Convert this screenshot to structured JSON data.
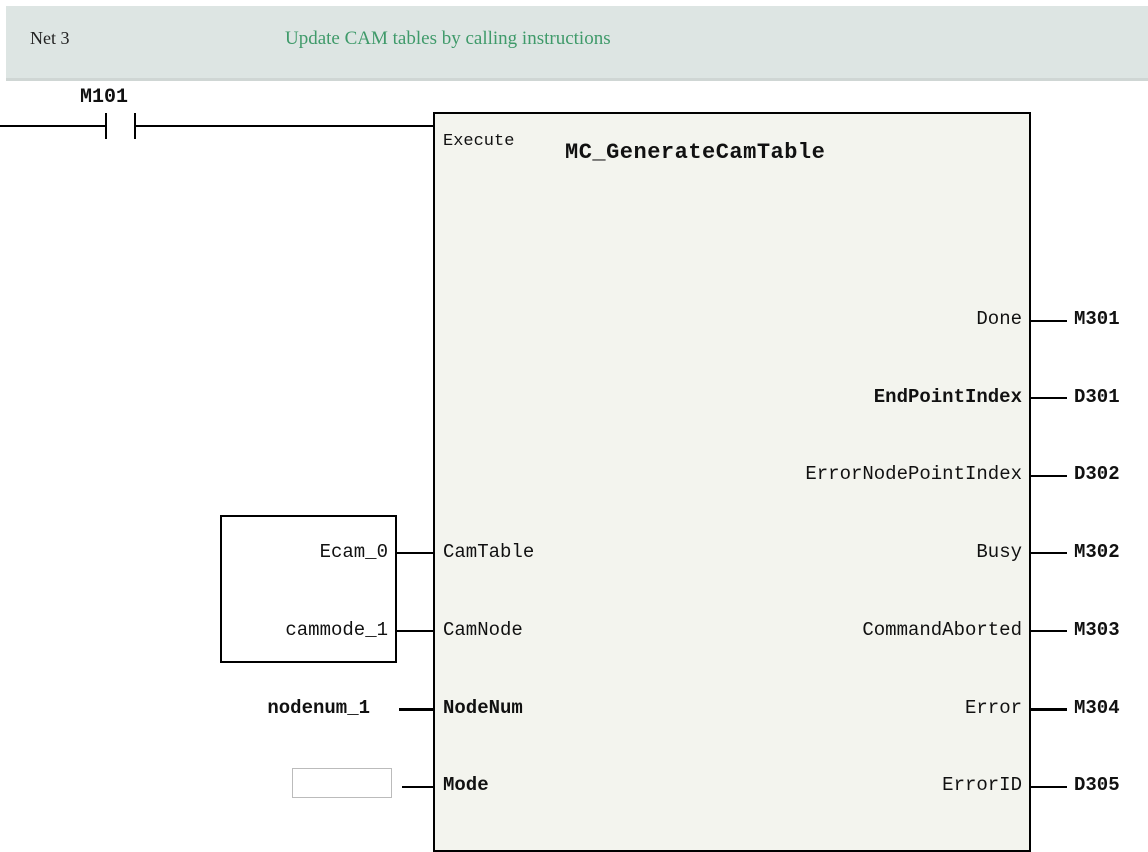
{
  "header": {
    "net_label": "Net 3",
    "comment": "Update CAM tables by calling instructions",
    "comment_color": "#3f9a6a"
  },
  "contact": {
    "label": "M101"
  },
  "function_block": {
    "name": "MC_GenerateCamTable",
    "execute_pin": "Execute",
    "inputs": [
      {
        "pin": "CamTable",
        "variable": "Ecam_0"
      },
      {
        "pin": "CamNode",
        "variable": "cammode_1"
      },
      {
        "pin": "NodeNum",
        "variable": "nodenum_1"
      },
      {
        "pin": "Mode",
        "variable": ""
      }
    ],
    "outputs": [
      {
        "pin": "Done",
        "variable": "M301"
      },
      {
        "pin": "EndPointIndex",
        "variable": "D301"
      },
      {
        "pin": "ErrorNodePointIndex",
        "variable": "D302"
      },
      {
        "pin": "Busy",
        "variable": "M302"
      },
      {
        "pin": "CommandAborted",
        "variable": "M303"
      },
      {
        "pin": "Error",
        "variable": "M304"
      },
      {
        "pin": "ErrorID",
        "variable": "D305"
      }
    ]
  }
}
